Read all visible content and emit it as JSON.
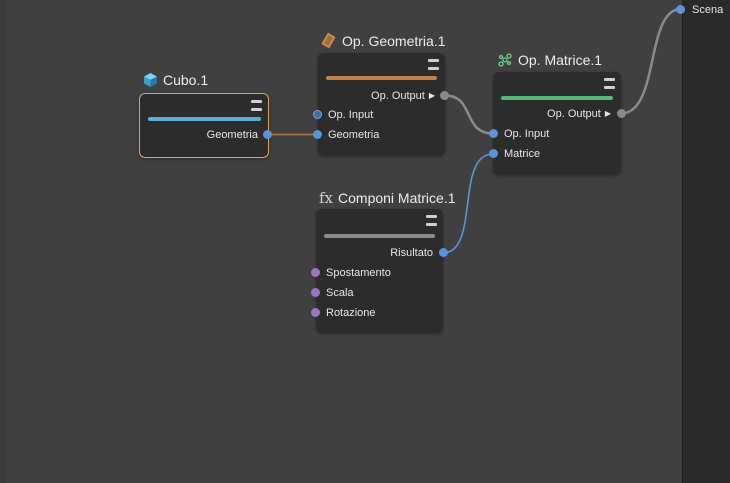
{
  "colors": {
    "canvas": "#404040",
    "node_body": "#2c2c2c",
    "selection": "#e0a45a",
    "port_blue": "#5b94d6",
    "port_purple": "#9a76c6",
    "port_gray": "#8a8a8a",
    "wire_geometry": "#b07a45",
    "wire_matrix": "#5b94d6",
    "wire_output": "#8a8a8a"
  },
  "scene": {
    "label": "Scena"
  },
  "nodes": {
    "cubo": {
      "title": "Cubo.1",
      "icon": "cube-icon",
      "bar_color": "#5aafd6",
      "selected": true,
      "outputs": [
        "Geometria"
      ]
    },
    "op_geometria": {
      "title": "Op. Geometria.1",
      "icon": "geometry-op-icon",
      "bar_color": "#c1824a",
      "output": "Op. Output",
      "inputs": [
        "Op. Input",
        "Geometria"
      ]
    },
    "op_matrice": {
      "title": "Op. Matrice.1",
      "icon": "matrix-op-icon",
      "bar_color": "#55b874",
      "output": "Op. Output",
      "inputs": [
        "Op. Input",
        "Matrice"
      ]
    },
    "componi": {
      "title": "Componi Matrice.1",
      "icon": "fx-icon",
      "icon_text": "fx",
      "bar_color": "#8c8c8c",
      "output": "Risultato",
      "inputs": [
        "Spostamento",
        "Scala",
        "Rotazione"
      ]
    }
  },
  "connections": [
    {
      "from": "Cubo.1 / Geometria",
      "to": "Op. Geometria.1 / Geometria"
    },
    {
      "from": "Op. Geometria.1 / Op. Output",
      "to": "Op. Matrice.1 / Op. Input"
    },
    {
      "from": "Componi Matrice.1 / Risultato",
      "to": "Op. Matrice.1 / Matrice"
    },
    {
      "from": "Op. Matrice.1 / Op. Output",
      "to": "Scena"
    }
  ]
}
